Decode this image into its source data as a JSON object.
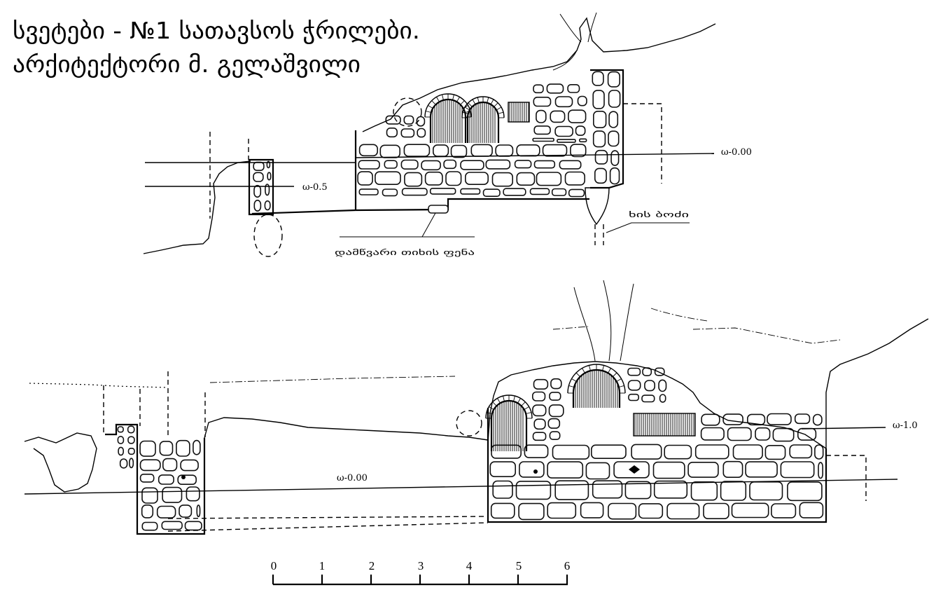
{
  "title": {
    "line1": "სვეტები - №1 სათავსოს ჭრილები.",
    "line2": "არქიტექტორი მ. გელაშვილი"
  },
  "upper_section": {
    "level_main": "ω-0.00",
    "level_left": "ω-0.5",
    "label_post": "ხის ბოძი",
    "label_layer": "დამწვარი თიხის ფენა"
  },
  "lower_section": {
    "level_main": "ω-0.00",
    "level_right": "ω-1.0"
  },
  "scale_bar": {
    "ticks": [
      "0",
      "1",
      "2",
      "3",
      "4",
      "5",
      "6"
    ]
  }
}
